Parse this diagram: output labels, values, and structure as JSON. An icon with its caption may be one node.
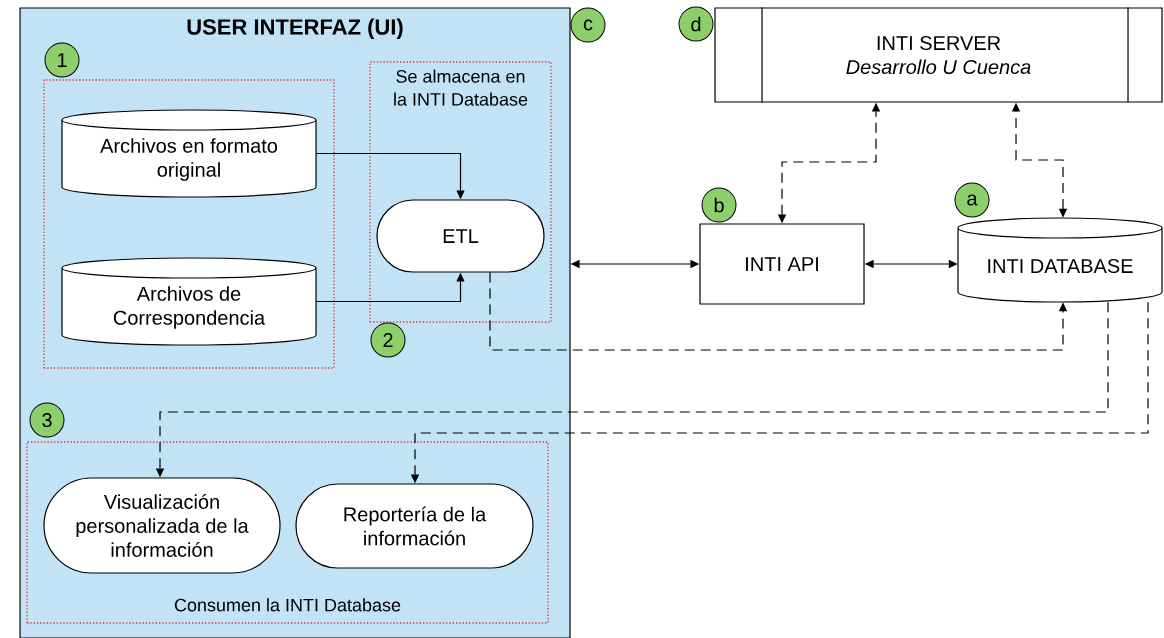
{
  "diagram": {
    "nodes": [
      {
        "text": [
          "USER INTERFAZ (UI)"
        ]
      },
      {
        "text": [
          "c"
        ]
      },
      {
        "text": [],
        "shape": "box",
        "in": 0
      },
      {
        "text": [
          "1"
        ],
        "in": 0
      },
      {
        "text": [
          "Archivos en formato original"
        ],
        "in": 2
      },
      {
        "text": [
          "Archivos de Correspondencia"
        ],
        "in": 2
      },
      {
        "text": [
          "Se almacena en la INTI Database"
        ],
        "in": 0
      },
      {
        "text": [
          "ETL"
        ],
        "in": 6
      },
      {
        "text": [
          "2"
        ],
        "in": 0
      },
      {
        "text": [
          "Consumen la INTI Database"
        ],
        "in": 0
      },
      {
        "text": [
          "3"
        ],
        "in": 0
      },
      {
        "text": [
          "Visualización personalizada de la información"
        ],
        "in": 9
      },
      {
        "text": [
          "Reportería de la información"
        ],
        "in": 9
      },
      {
        "text": [
          "INTI SERVER",
          "Desarrollo U Cuenca"
        ]
      },
      {
        "text": [
          "d"
        ]
      },
      {
        "text": [
          "INTI API"
        ]
      },
      {
        "text": [
          "b"
        ]
      },
      {
        "text": [
          "INTI DATABASE"
        ]
      },
      {
        "text": [
          "a"
        ]
      }
    ],
    "edges": [
      {
        "from": 4,
        "to": 7,
        "arrow": "to"
      },
      {
        "from": 5,
        "to": 7,
        "arrow": "to"
      },
      {
        "from": 0,
        "to": 15,
        "arrow": "both"
      },
      {
        "from": 15,
        "to": 17,
        "arrow": "both"
      },
      {
        "from": 15,
        "to": 13,
        "arrow": "both",
        "style": "dashed"
      },
      {
        "from": 17,
        "to": 13,
        "arrow": "both",
        "style": "dashed"
      },
      {
        "from": 7,
        "to": 17,
        "arrow": "to",
        "style": "dashed"
      },
      {
        "from": 17,
        "to": 11,
        "arrow": "to",
        "style": "dashed"
      },
      {
        "from": 17,
        "to": 12,
        "arrow": "to",
        "style": "dashed"
      }
    ]
  }
}
